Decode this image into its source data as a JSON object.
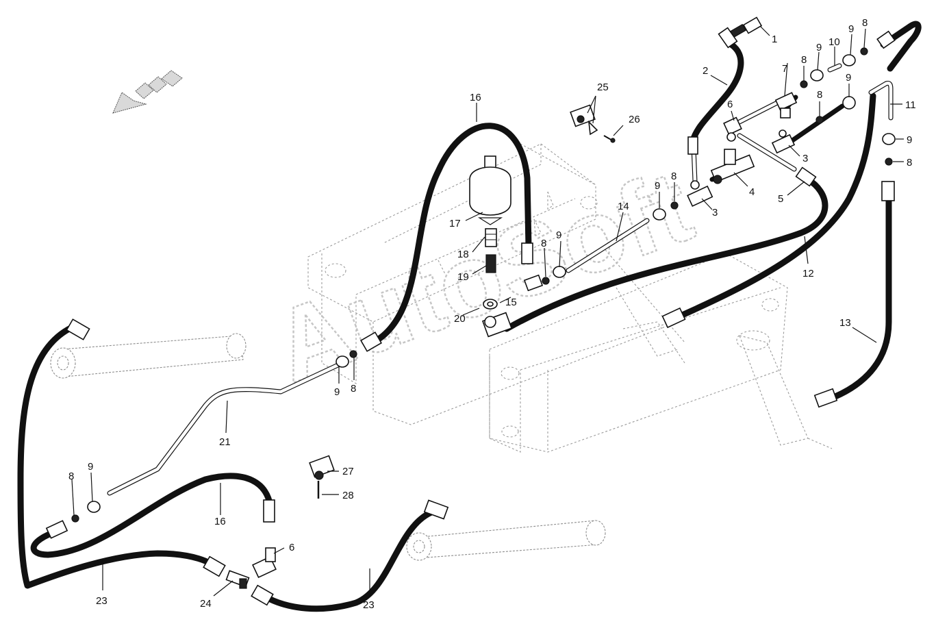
{
  "diagram": {
    "watermark": "AutoSoft",
    "callouts": [
      {
        "id": "c1",
        "text": "1"
      },
      {
        "id": "c2",
        "text": "2"
      },
      {
        "id": "c3a",
        "text": "3"
      },
      {
        "id": "c3b",
        "text": "3"
      },
      {
        "id": "c4",
        "text": "4"
      },
      {
        "id": "c5",
        "text": "5"
      },
      {
        "id": "c6a",
        "text": "6"
      },
      {
        "id": "c6b",
        "text": "6"
      },
      {
        "id": "c7",
        "text": "7"
      },
      {
        "id": "c8a",
        "text": "8"
      },
      {
        "id": "c8b",
        "text": "8"
      },
      {
        "id": "c8c",
        "text": "8"
      },
      {
        "id": "c8d",
        "text": "8"
      },
      {
        "id": "c8e",
        "text": "8"
      },
      {
        "id": "c8f",
        "text": "8"
      },
      {
        "id": "c8g",
        "text": "8"
      },
      {
        "id": "c8h",
        "text": "8"
      },
      {
        "id": "c9a",
        "text": "9"
      },
      {
        "id": "c9b",
        "text": "9"
      },
      {
        "id": "c9c",
        "text": "9"
      },
      {
        "id": "c9d",
        "text": "9"
      },
      {
        "id": "c9e",
        "text": "9"
      },
      {
        "id": "c9f",
        "text": "9"
      },
      {
        "id": "c9g",
        "text": "9"
      },
      {
        "id": "c9h",
        "text": "9"
      },
      {
        "id": "c10",
        "text": "10"
      },
      {
        "id": "c11",
        "text": "11"
      },
      {
        "id": "c12",
        "text": "12"
      },
      {
        "id": "c13",
        "text": "13"
      },
      {
        "id": "c14",
        "text": "14"
      },
      {
        "id": "c15",
        "text": "15"
      },
      {
        "id": "c16a",
        "text": "16"
      },
      {
        "id": "c16b",
        "text": "16"
      },
      {
        "id": "c17",
        "text": "17"
      },
      {
        "id": "c18",
        "text": "18"
      },
      {
        "id": "c19",
        "text": "19"
      },
      {
        "id": "c20",
        "text": "20"
      },
      {
        "id": "c21",
        "text": "21"
      },
      {
        "id": "c23a",
        "text": "23"
      },
      {
        "id": "c23b",
        "text": "23"
      },
      {
        "id": "c24",
        "text": "24"
      },
      {
        "id": "c25",
        "text": "25"
      },
      {
        "id": "c26",
        "text": "26"
      },
      {
        "id": "c27",
        "text": "27"
      },
      {
        "id": "c28",
        "text": "28"
      }
    ]
  }
}
